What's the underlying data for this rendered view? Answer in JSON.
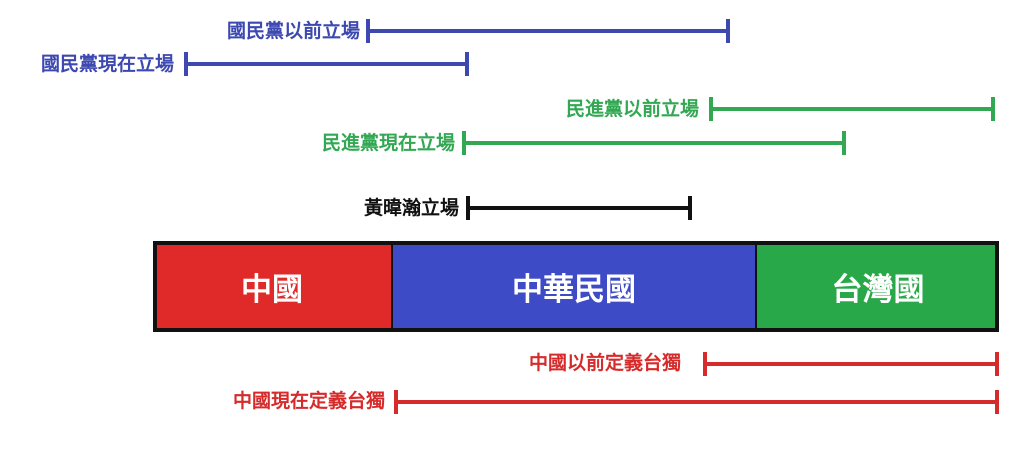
{
  "colors": {
    "kmt": "#3d49b0",
    "dpp": "#32a853",
    "huang": "#111111",
    "china": "#e02a2a",
    "roc": "#3e4bc6",
    "taiwan": "#28a848",
    "prc_def": "#d62b2b"
  },
  "spectrum": {
    "china": "中國",
    "roc": "中華民國",
    "taiwan": "台灣國"
  },
  "ranges": {
    "kmt_past": "國民黨以前立場",
    "kmt_now": "國民黨現在立場",
    "dpp_past": "民進黨以前立場",
    "dpp_now": "民進黨現在立場",
    "huang": "黃暐瀚立場",
    "prc_past": "中國以前定義台獨",
    "prc_now": "中國現在定義台獨"
  }
}
